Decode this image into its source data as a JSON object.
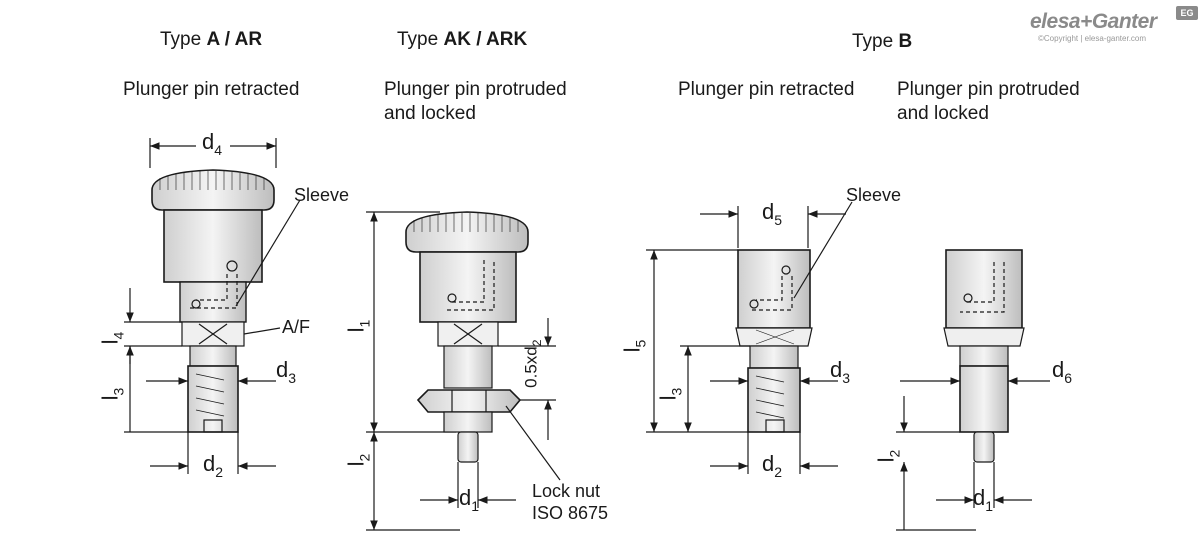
{
  "types": {
    "a_prefix": "Type ",
    "a_bold": "A / AR",
    "ak_prefix": "Type ",
    "ak_bold": "AK / ARK",
    "b_prefix": "Type ",
    "b_bold": "B"
  },
  "captions": {
    "a": "Plunger pin retracted",
    "ak_line1": "Plunger pin protruded",
    "ak_line2": "and locked",
    "b1": "Plunger pin retracted",
    "b2_line1": "Plunger pin protruded",
    "b2_line2": "and locked"
  },
  "labels": {
    "sleeve": "Sleeve",
    "af": "A/F",
    "lock_nut_1": "Lock nut",
    "lock_nut_2": "ISO 8675"
  },
  "dims": {
    "d": "d",
    "l": "l",
    "sub1": "1",
    "sub2": "2",
    "sub3": "3",
    "sub4": "4",
    "sub5": "5",
    "sub6": "6",
    "half_prefix": "0.5xd",
    "half_sub": "2"
  },
  "logo": {
    "main": "elesa+Ganter",
    "copyright": "©Copyright | elesa-ganter.com",
    "badge": "EG"
  }
}
